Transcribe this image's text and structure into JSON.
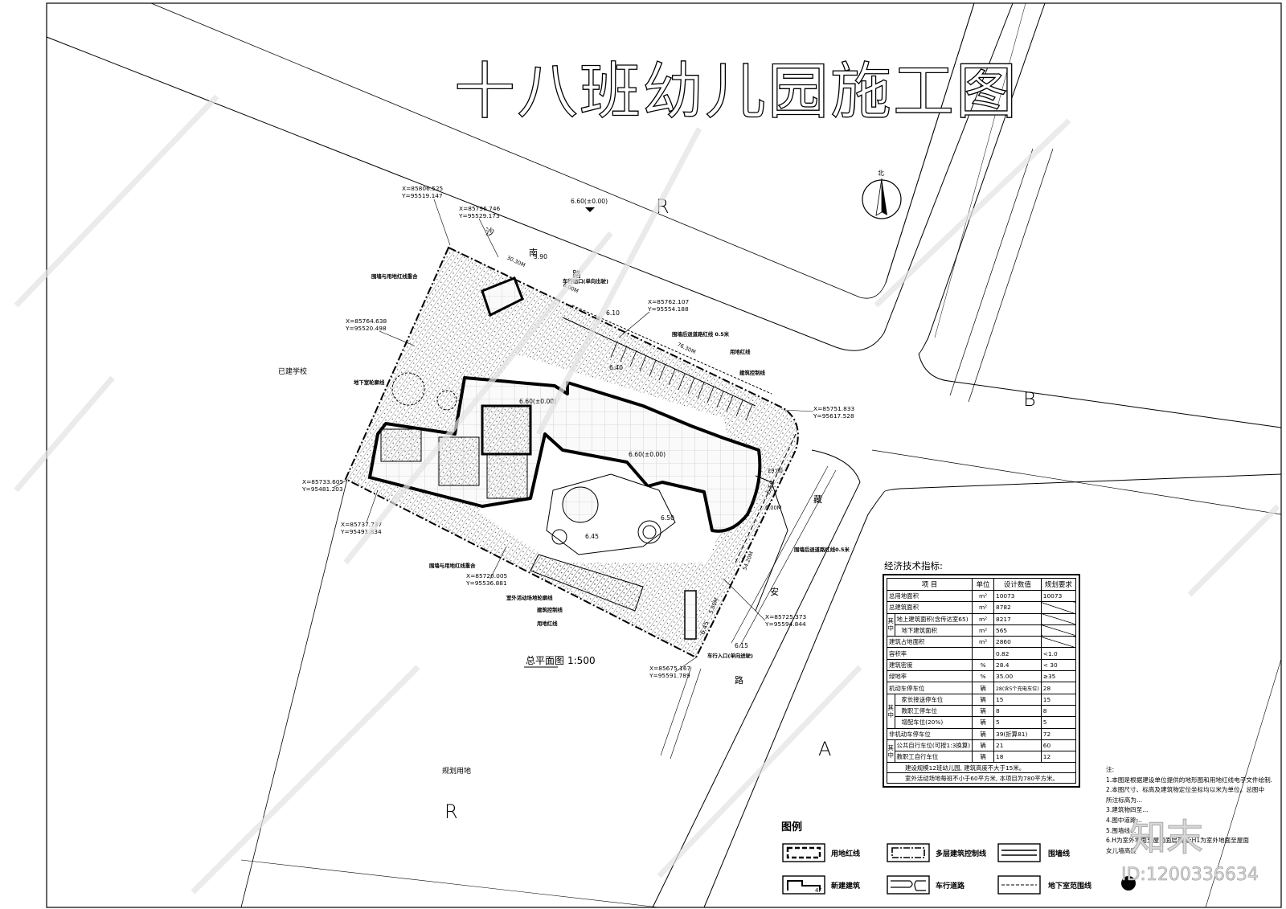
{
  "title": "十八班幼儿园施工图",
  "north_label": "北",
  "plan_title": "总平面图",
  "plan_scale": "1:500",
  "zones": {
    "r_top": "R",
    "r_bottom": "R",
    "b_right": "B",
    "a_bottom": "A"
  },
  "area_labels": {
    "school": "已建学校",
    "planned": "规划用地"
  },
  "road_chars": [
    "沙",
    "南",
    "路",
    "藏",
    "安",
    "路"
  ],
  "coords": [
    {
      "x": "X=85806.525",
      "y": "Y=95519.147"
    },
    {
      "x": "X=85796.746",
      "y": "Y=95529.173"
    },
    {
      "x": "X=85762.107",
      "y": "Y=95554.188"
    },
    {
      "x": "X=85764.638",
      "y": "Y=95520.498"
    },
    {
      "x": "X=85751.833",
      "y": "Y=95617.528"
    },
    {
      "x": "X=85733.605",
      "y": "Y=95481.203"
    },
    {
      "x": "X=85737.737",
      "y": "Y=95491.834"
    },
    {
      "x": "X=85720.005",
      "y": "Y=95536.881"
    },
    {
      "x": "X=85725.373",
      "y": "Y=95594.844"
    },
    {
      "x": "X=85675.167",
      "y": "Y=95591.789"
    }
  ],
  "elevations": [
    "6.60(±0.00)",
    "5.90",
    "6.10",
    "6.40",
    "6.60(±0.00)",
    "6.60(±0.00)",
    "6.50",
    "6.45",
    "6.50",
    "6.45",
    "6.15"
  ],
  "dims": [
    "30.30M",
    "76.30M",
    "6.00M",
    "29.00",
    "6.00M",
    "54.20M",
    "5.50M"
  ],
  "callouts": [
    "围墙与用地红线重合",
    "车行出口(单向出驶)",
    "围墙后退道路红线 0.5米",
    "用地红线",
    "建筑控制线",
    "地下室轮廓线",
    "围墙后退道路红线0.5米",
    "围墙与用地红线重合",
    "室外活动场地轮廓线",
    "建筑控制线",
    "用地红线",
    "车行入口(单向进驶)"
  ],
  "tech": {
    "title": "经济技术指标:",
    "headers": [
      "项  目",
      "单位",
      "设计数值",
      "规划要求"
    ],
    "rows": [
      {
        "item": "总用地面积",
        "unit": "m²",
        "design": "10073",
        "plan": "10073"
      },
      {
        "item": "总建筑面积",
        "unit": "m²",
        "design": "8782",
        "plan": ""
      },
      {
        "item": "地上建筑面积(含传达室65)",
        "unit": "m²",
        "design": "8217",
        "plan": ""
      },
      {
        "item": "地下建筑面积",
        "unit": "m²",
        "design": "565",
        "plan": ""
      },
      {
        "item": "建筑占地面积",
        "unit": "m²",
        "design": "2860",
        "plan": ""
      },
      {
        "item": "容积率",
        "unit": "",
        "design": "0.82",
        "plan": "<1.0"
      },
      {
        "item": "建筑密度",
        "unit": "%",
        "design": "28.4",
        "plan": "< 30"
      },
      {
        "item": "绿地率",
        "unit": "%",
        "design": "35.00",
        "plan": "≥35"
      },
      {
        "item": "机动车停车位",
        "unit": "辆",
        "design": "28(含5个充电车位)",
        "plan": "28"
      },
      {
        "item": "家长接送停车位",
        "unit": "辆",
        "design": "15",
        "plan": "15"
      },
      {
        "item": "教职工停车位",
        "unit": "辆",
        "design": "8",
        "plan": "8"
      },
      {
        "item": "增配车位(20%)",
        "unit": "辆",
        "design": "5",
        "plan": "5"
      },
      {
        "item": "非机动车停车位",
        "unit": "辆",
        "design": "39(折算81)",
        "plan": "72"
      },
      {
        "item": "公共自行车位(可按1:3换算)",
        "unit": "辆",
        "design": "21",
        "plan": "60"
      },
      {
        "item": "教职工自行车位",
        "unit": "辆",
        "design": "18",
        "plan": "12"
      }
    ],
    "group_label": "其中",
    "footnotes": [
      "建设规模12班幼儿园, 建筑高度不大于15米。",
      "室外活动场地每班不小于60平方米, 本项目为780平方米。"
    ]
  },
  "notes": {
    "head": "注:",
    "lines": [
      "1.本图是根据建设单位提供的地形图和用地红线电子文件绘制.",
      "2.本图尺寸、标高及建筑物定位坐标均以米为单位。总图中",
      "所注标高为...",
      "3.建筑物四至...",
      "4.图中道路...",
      "5.围墙线...",
      "6.H为室外地面至屋面面层高度;H1为室外地面至屋面",
      "女儿墙高度"
    ]
  },
  "legend": {
    "title": "图例",
    "items": [
      "用地红线",
      "多层建筑控制线",
      "围墙线",
      "新建建筑",
      "车行道路",
      "地下室范围线"
    ],
    "tag": "4F"
  },
  "watermark": {
    "id": "ID:1200336634",
    "brand": "知末"
  }
}
